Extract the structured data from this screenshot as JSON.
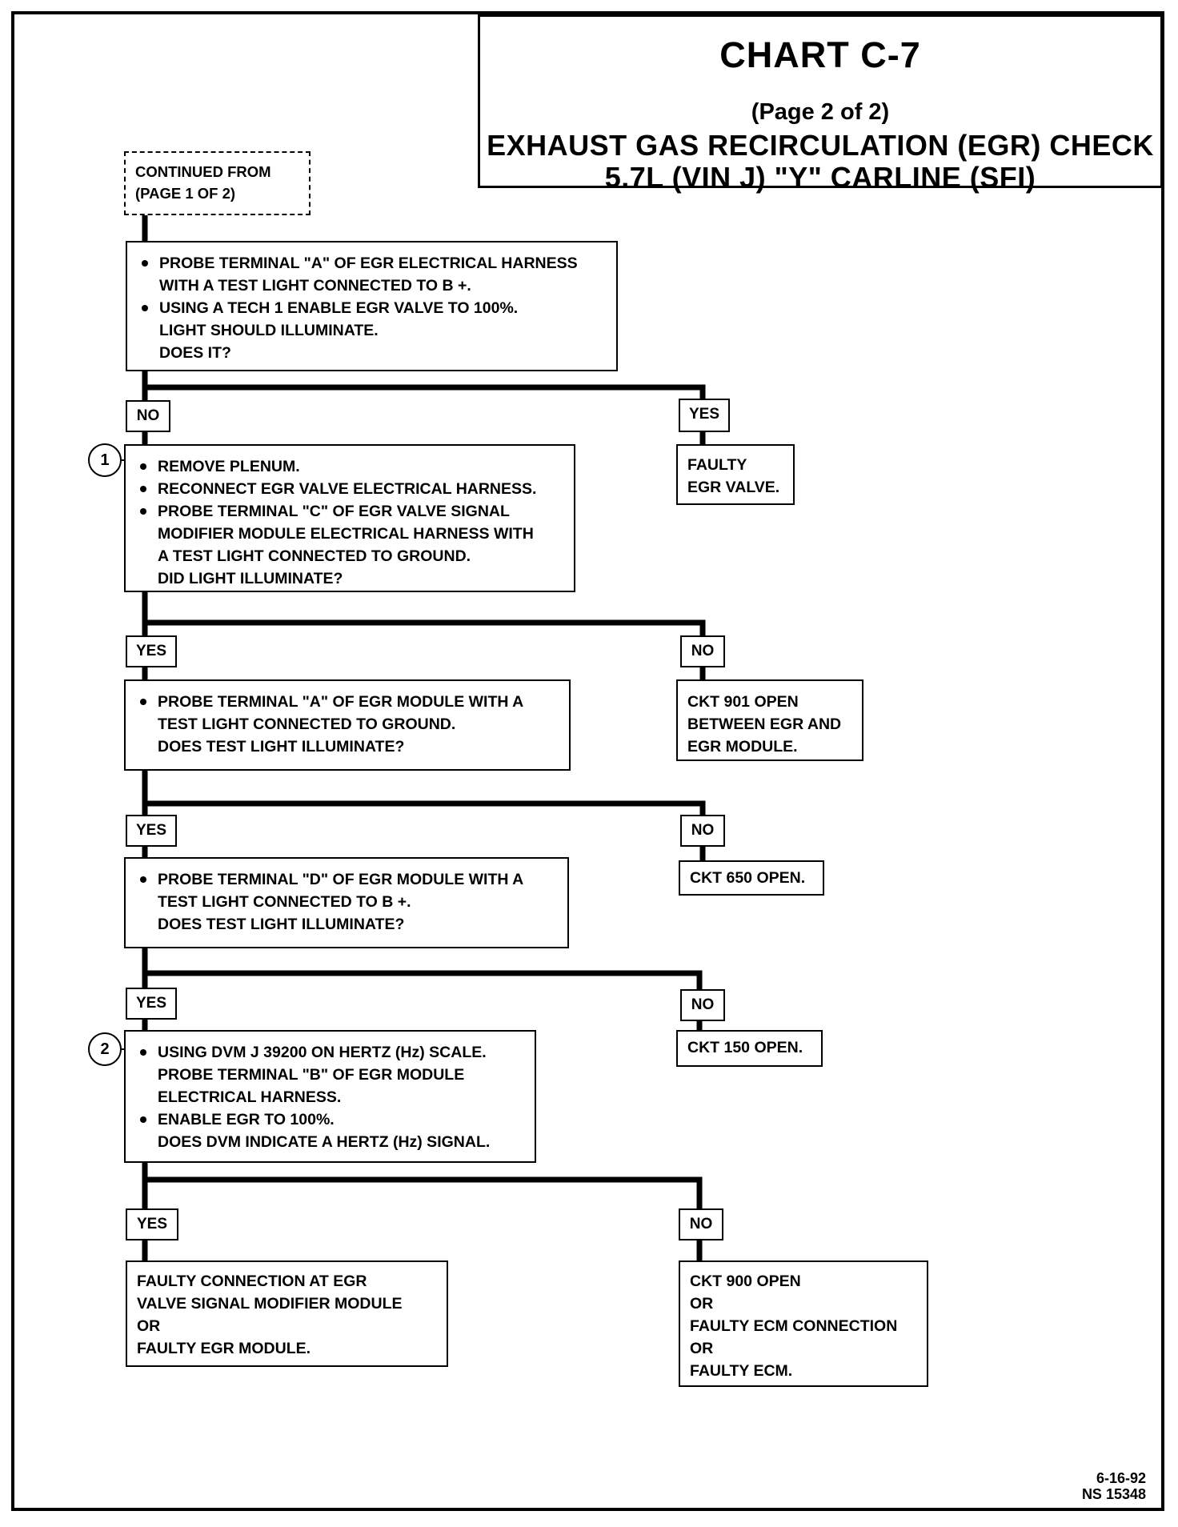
{
  "title": {
    "chart": "CHART C-7",
    "page": "(Page 2 of 2)",
    "line1": "EXHAUST GAS RECIRCULATION (EGR) CHECK",
    "line2": "5.7L  (VIN J)  \"Y\"  CARLINE  (SFI)"
  },
  "continued": {
    "line1": "CONTINUED FROM",
    "line2": "(PAGE 1 OF 2)"
  },
  "step1": {
    "b1a": "PROBE TERMINAL \"A\" OF EGR ELECTRICAL HARNESS",
    "b1b": "WITH A TEST LIGHT CONNECTED TO B +.",
    "b2a": "USING A TECH 1 ENABLE EGR VALVE TO 100%.",
    "c1": "LIGHT SHOULD ILLUMINATE.",
    "c2": "DOES IT?",
    "no": "NO",
    "yes": "YES",
    "yes_result_1": "FAULTY",
    "yes_result_2": "EGR VALVE."
  },
  "step2": {
    "callout": "1",
    "b1": "REMOVE PLENUM.",
    "b2": "RECONNECT EGR VALVE ELECTRICAL HARNESS.",
    "b3a": "PROBE TERMINAL \"C\" OF EGR VALVE SIGNAL",
    "b3b": "MODIFIER MODULE ELECTRICAL HARNESS WITH",
    "b3c": "A TEST LIGHT CONNECTED TO GROUND.",
    "c1": "DID LIGHT ILLUMINATE?",
    "yes": "YES",
    "no": "NO",
    "no_result_1": "CKT 901 OPEN",
    "no_result_2": "BETWEEN EGR AND",
    "no_result_3": "EGR MODULE."
  },
  "step3": {
    "b1a": "PROBE TERMINAL \"A\" OF EGR MODULE WITH A",
    "b1b": "TEST LIGHT CONNECTED TO GROUND.",
    "c1": "DOES TEST LIGHT ILLUMINATE?",
    "yes": "YES",
    "no": "NO",
    "no_result": "CKT 650 OPEN."
  },
  "step4": {
    "b1a": "PROBE TERMINAL \"D\" OF EGR MODULE WITH A",
    "b1b": "TEST LIGHT CONNECTED TO B +.",
    "c1": "DOES TEST LIGHT ILLUMINATE?",
    "yes": "YES",
    "no": "NO",
    "no_result": "CKT 150 OPEN."
  },
  "step5": {
    "callout": "2",
    "b1a": "USING DVM J 39200 ON HERTZ (Hz) SCALE.",
    "b1b": "PROBE TERMINAL \"B\" OF EGR MODULE",
    "b1c": "ELECTRICAL HARNESS.",
    "b2a": "ENABLE EGR TO 100%.",
    "c1": "DOES DVM INDICATE A HERTZ (Hz) SIGNAL.",
    "yes": "YES",
    "no": "NO"
  },
  "result_yes": {
    "l1": "FAULTY CONNECTION AT EGR",
    "l2": "VALVE SIGNAL MODIFIER MODULE",
    "l3": "OR",
    "l4": "FAULTY EGR MODULE."
  },
  "result_no": {
    "l1": "CKT 900 OPEN",
    "l2": "OR",
    "l3": "FAULTY ECM CONNECTION",
    "l4": "OR",
    "l5": "FAULTY ECM."
  },
  "footer": {
    "date": "6-16-92",
    "code": "NS 15348"
  }
}
